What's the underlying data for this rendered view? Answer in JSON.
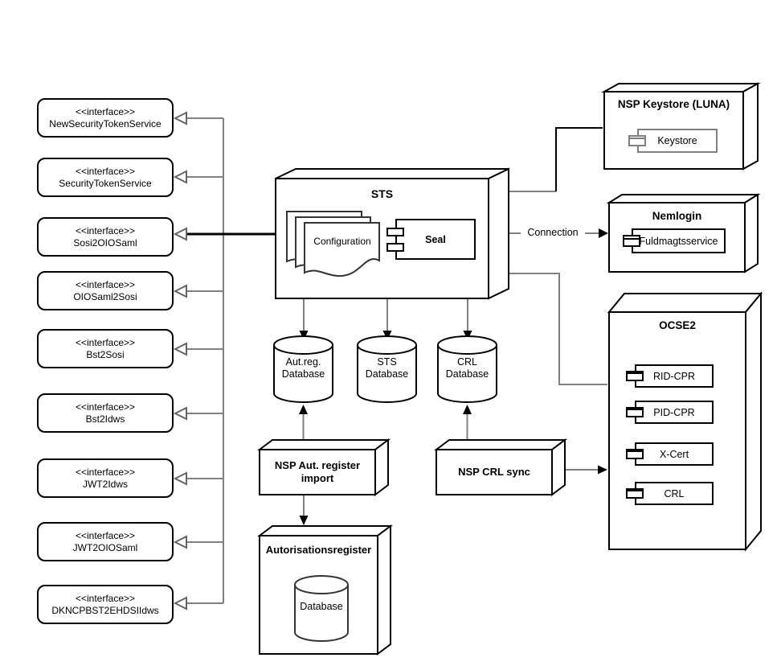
{
  "interfaces": [
    {
      "stereotype": "<<interface>>",
      "name": "NewSecurityTokenService"
    },
    {
      "stereotype": "<<interface>>",
      "name": "SecurityTokenService"
    },
    {
      "stereotype": "<<interface>>",
      "name": "Sosi2OIOSaml"
    },
    {
      "stereotype": "<<interface>>",
      "name": "OIOSaml2Sosi"
    },
    {
      "stereotype": "<<interface>>",
      "name": "Bst2Sosi"
    },
    {
      "stereotype": "<<interface>>",
      "name": "Bst2Idws"
    },
    {
      "stereotype": "<<interface>>",
      "name": "JWT2Idws"
    },
    {
      "stereotype": "<<interface>>",
      "name": "JWT2OIOSaml"
    },
    {
      "stereotype": "<<interface>>",
      "name": "DKNCPBST2EHDSIIdws"
    }
  ],
  "sts": {
    "title": "STS",
    "configuration": "Configuration",
    "seal": "Seal"
  },
  "databases": {
    "autreg": {
      "line1": "Aut.reg.",
      "line2": "Database"
    },
    "sts": {
      "line1": "STS",
      "line2": "Database"
    },
    "crl": {
      "line1": "CRL",
      "line2": "Database"
    }
  },
  "keystore_node": {
    "title": "NSP Keystore (LUNA)",
    "component": "Keystore"
  },
  "nemlogin_node": {
    "title": "Nemlogin",
    "component": "Fuldmagtsservice"
  },
  "ocse2_node": {
    "title": "OCSE2",
    "components": [
      {
        "name": "RID-CPR"
      },
      {
        "name": "PID-CPR"
      },
      {
        "name": "X-Cert"
      },
      {
        "name": "CRL"
      }
    ]
  },
  "import_node": {
    "title_line1": "NSP Aut. register",
    "title_line2": "import"
  },
  "crl_sync_node": {
    "title": "NSP CRL sync"
  },
  "autorisationsregister_node": {
    "title": "Autorisationsregister",
    "database": "Database"
  },
  "labels": {
    "connection": "Connection"
  },
  "colors": {
    "background": "#ffffff",
    "shape_stroke": "#000000",
    "connector_gray": "#808080",
    "connector_black": "#000000",
    "gray_component_border": "#7f7f7f"
  },
  "icons": {
    "component": "rectangle-with-two-port-tabs",
    "database": "cylinder",
    "configuration": "stacked-wavy-documents",
    "realization_arrow": "open-triangle",
    "dependency_arrow": "solid-triangle"
  }
}
